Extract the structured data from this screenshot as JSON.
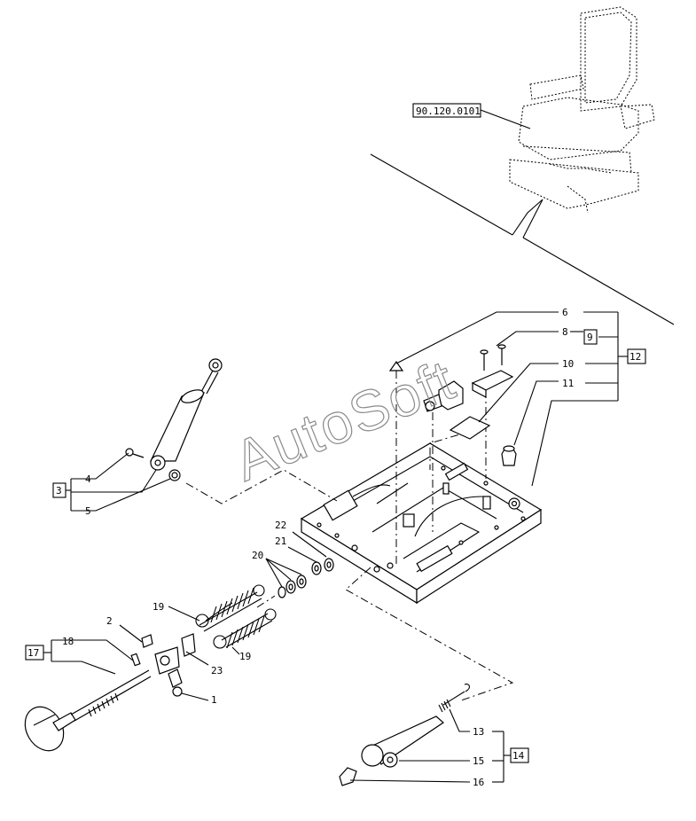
{
  "reference_code": "90.120.0101",
  "watermark": "AutoSoft",
  "callouts": {
    "c1": "1",
    "c2": "2",
    "c3": "3",
    "c4": "4",
    "c5": "5",
    "c6": "6",
    "c8": "8",
    "c9": "9",
    "c10": "10",
    "c11": "11",
    "c12": "12",
    "c13": "13",
    "c14": "14",
    "c15": "15",
    "c16": "16",
    "c17": "17",
    "c18": "18",
    "c19a": "19",
    "c19b": "19",
    "c20": "20",
    "c21": "21",
    "c22": "22",
    "c23": "23"
  }
}
